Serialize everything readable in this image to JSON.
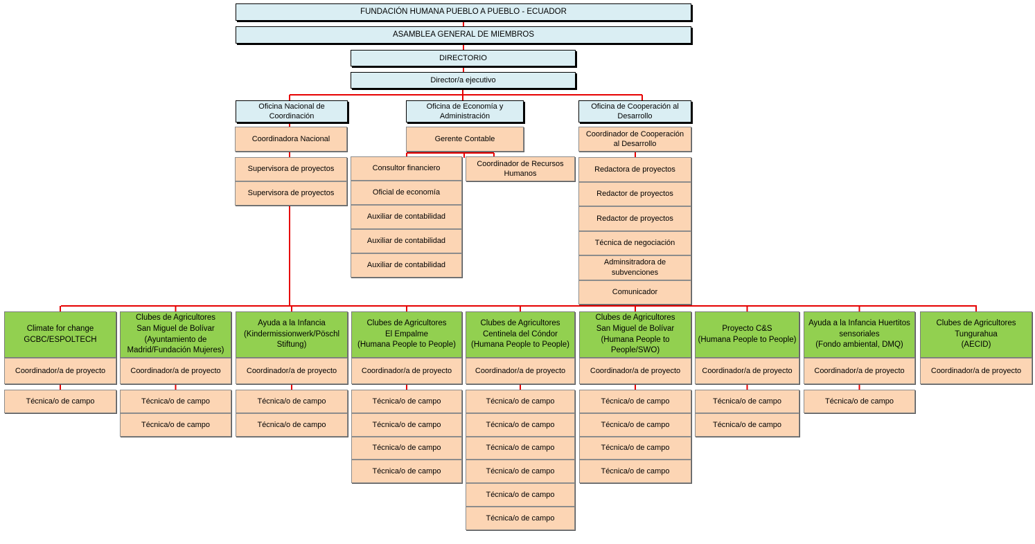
{
  "header": {
    "foundation": "FUNDACIÓN HUMANA PUEBLO A PUEBLO - ECUADOR",
    "assembly": "ASAMBLEA GENERAL DE MIEMBROS",
    "board": "DIRECTORIO",
    "director": "Director/a ejecutivo"
  },
  "offices": {
    "national": {
      "title_lines": [
        "Oficina Nacional de",
        "Coordinación"
      ],
      "lead_lines": [
        "Coordinadora Nacional"
      ],
      "staff": [
        "Supervisora de proyectos",
        "Supervisora de proyectos"
      ]
    },
    "economy": {
      "title_lines": [
        "Oficina de Economía y",
        "Administración"
      ],
      "lead_lines": [
        "Gerente Contable"
      ],
      "staff": [
        "Consultor financiero",
        "Oficial de economía",
        "Auxiliar de contabilidad",
        "Auxiliar de contabilidad",
        "Auxiliar de contabilidad"
      ],
      "hr_lines": [
        "Coordinador de Recursos",
        "Humanos"
      ]
    },
    "cooperation": {
      "title_lines": [
        "Oficina de Cooperación al",
        "Desarrollo"
      ],
      "lead_lines": [
        "Coordinador de Cooperación",
        "al Desarrollo"
      ],
      "staff": [
        [
          "Redactora de proyectos"
        ],
        [
          "Redactor de proyectos"
        ],
        [
          "Redactor de proyectos"
        ],
        [
          "Técnica de negociación"
        ],
        [
          "Adminsitradora de",
          "subvenciones"
        ],
        [
          "Comunicador"
        ]
      ]
    }
  },
  "projects": [
    {
      "title_lines": [
        "Climate for change",
        "GCBC/ESPOLTECH"
      ],
      "coordinator": "Coordinador/a de proyecto",
      "staff": [
        "Técnica/o de campo"
      ]
    },
    {
      "title_lines": [
        "Clubes de Agricultores",
        "San Miguel de Bolívar",
        "(Ayuntamiento de",
        "Madrid/Fundación Mujeres)"
      ],
      "coordinator": "Coordinador/a de proyecto",
      "staff": [
        "Técnica/o de campo",
        "Técnica/o de campo"
      ]
    },
    {
      "title_lines": [
        "Ayuda a la Infancia",
        "(Kindermissionwerk/Pöschl",
        "Stiftung)"
      ],
      "coordinator": "Coordinador/a de proyecto",
      "staff": [
        "Técnica/o de campo",
        "Técnica/o de campo"
      ]
    },
    {
      "title_lines": [
        "Clubes de Agricultores",
        "El Empalme",
        "(Humana People to People)"
      ],
      "coordinator": "Coordinador/a de proyecto",
      "staff": [
        "Técnica/o de campo",
        "Técnica/o de campo",
        "Técnica/o de campo",
        "Técnica/o de campo"
      ]
    },
    {
      "title_lines": [
        "Clubes de Agricultores",
        "Centinela del Cóndor",
        "(Humana People to People)"
      ],
      "coordinator": "Coordinador/a de proyecto",
      "staff": [
        "Técnica/o de campo",
        "Técnica/o de campo",
        "Técnica/o de campo",
        "Técnica/o de campo",
        "Técnica/o de campo",
        "Técnica/o de campo"
      ]
    },
    {
      "title_lines": [
        "Clubes de Agricultores",
        "San Miguel de Bolívar",
        "(Humana People to",
        "People/SWO)"
      ],
      "coordinator": "Coordinador/a de proyecto",
      "staff": [
        "Técnica/o de campo",
        "Técnica/o de campo",
        "Técnica/o de campo",
        "Técnica/o de campo"
      ]
    },
    {
      "title_lines": [
        "Proyecto C&S",
        "(Humana People to People)"
      ],
      "coordinator": "Coordinador/a de proyecto",
      "staff": [
        "Técnica/o de campo",
        "Técnica/o de campo"
      ]
    },
    {
      "title_lines": [
        "Ayuda a la Infancia Huertitos",
        "sensoriales",
        "(Fondo ambiental, DMQ)"
      ],
      "coordinator": "Coordinador/a de proyecto",
      "staff": [
        "Técnica/o de campo"
      ]
    },
    {
      "title_lines": [
        "Clubes de Agricultores",
        "Tungurahua",
        "(AECID)"
      ],
      "coordinator": "Coordinador/a de proyecto",
      "staff": []
    }
  ],
  "colors": {
    "connector": "#e60000",
    "header_fill": "#daeef3",
    "staff_fill": "#fcd5b4",
    "project_fill": "#92d050"
  }
}
